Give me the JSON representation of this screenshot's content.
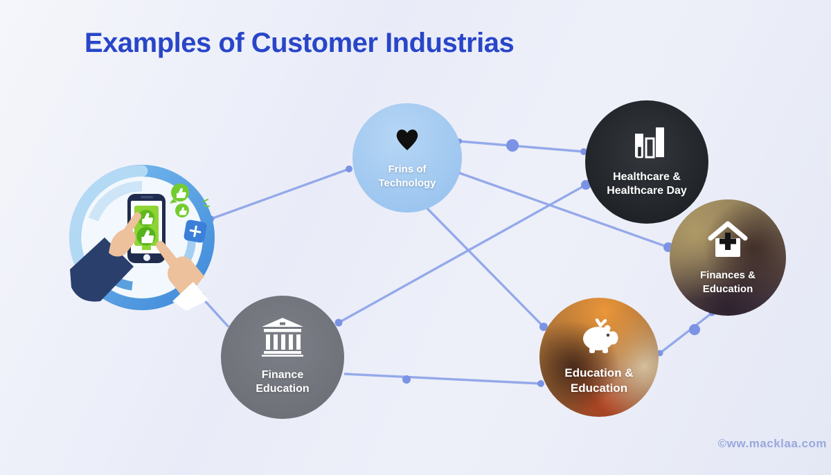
{
  "title": "Examples of Customer Industrias",
  "watermark": "©ww.macklaa.com",
  "hub": {
    "id": "customer-hub",
    "illustration": "hand-tapping-smartphone-with-approval-badges"
  },
  "nodes": [
    {
      "id": "technology",
      "icon": "heart-icon",
      "line1": "Frins of",
      "line2": "Technology",
      "bg": "#9cc5ef",
      "text_color": "#ffffff"
    },
    {
      "id": "healthcare",
      "icon": "bar-chart-icon",
      "line1": "Healthcare &",
      "line2": "Healthcare Day",
      "bg": "#26292c",
      "text_color": "#ffffff"
    },
    {
      "id": "finances-education",
      "icon": "medical-house-icon",
      "line1": "Finances &",
      "line2": "Education",
      "bg": "photo-olive-blur",
      "text_color": "#ffffff"
    },
    {
      "id": "finance-education",
      "icon": "bank-icon",
      "line1": "Finance",
      "line2": "Education",
      "bg": "#75787f",
      "text_color": "#ffffff"
    },
    {
      "id": "education-education",
      "icon": "piggy-bank-icon",
      "line1": "Education &",
      "line2": "Education",
      "bg": "photo-warm-blur",
      "text_color": "#ffffff"
    }
  ],
  "connections": [
    {
      "from": "customer-hub",
      "to": "technology"
    },
    {
      "from": "customer-hub",
      "to": "finance-education"
    },
    {
      "from": "technology",
      "to": "healthcare"
    },
    {
      "from": "technology",
      "to": "finances-education"
    },
    {
      "from": "technology",
      "to": "education-education"
    },
    {
      "from": "finance-education",
      "to": "healthcare"
    },
    {
      "from": "finance-education",
      "to": "education-education"
    },
    {
      "from": "finances-education",
      "to": "education-education"
    }
  ],
  "colors": {
    "title": "#2946c8",
    "connector_line": "#8da4e9",
    "connector_dot": "#7b93e4",
    "background": "#eaedf7",
    "watermark": "#9aa8dc"
  }
}
